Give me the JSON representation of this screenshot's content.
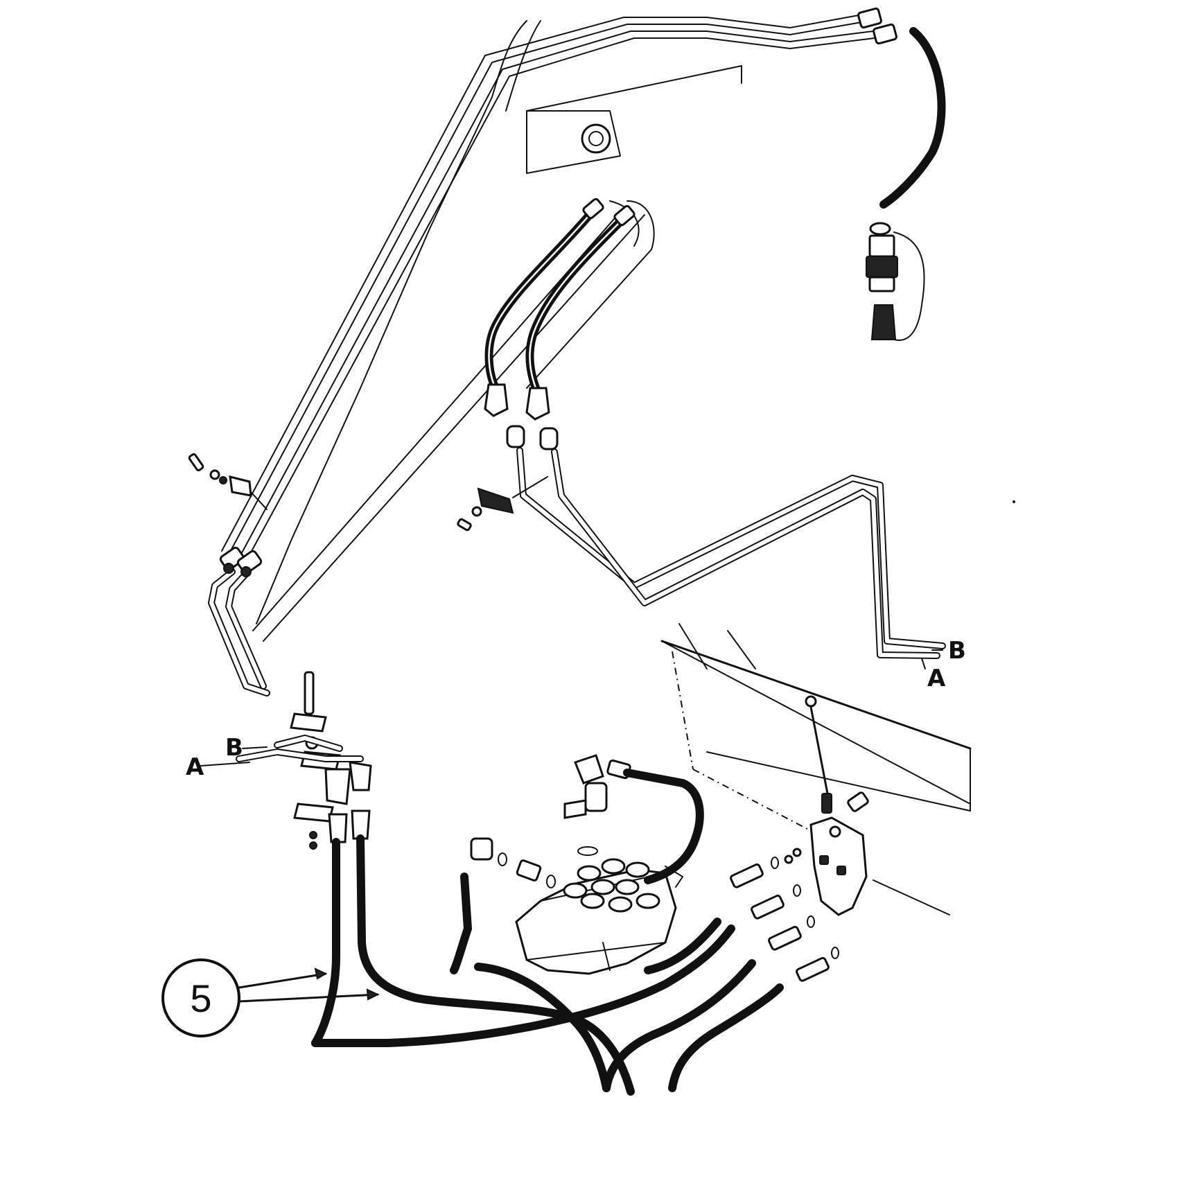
{
  "labels": {
    "a_upper": "A",
    "b_upper": "B",
    "a_lower": "A",
    "b_lower": "B"
  },
  "callout": {
    "number": "5"
  },
  "colors": {
    "ink": "#111111",
    "paper": "#ffffff"
  }
}
